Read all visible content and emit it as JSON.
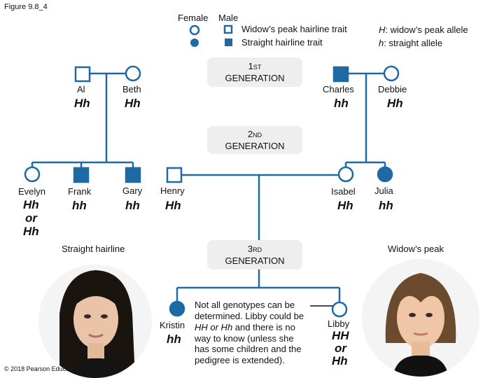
{
  "figure_label": "Figure 9.8_4",
  "copyright": "© 2018 Pearson Education, Inc.",
  "legend": {
    "female_label": "Female",
    "male_label": "Male",
    "widows_peak_trait": "Widow’s peak hairline trait",
    "straight_trait": "Straight hairline trait",
    "allele_H_symbol": "H",
    "allele_H_text": ":  widow’s peak allele",
    "allele_h_symbol": "h",
    "allele_h_text": ":  straight allele"
  },
  "generations": {
    "first": {
      "num": "1",
      "sup": "ST",
      "word": "GENERATION"
    },
    "second": {
      "num": "2",
      "sup": "ND",
      "word": "GENERATION"
    },
    "third": {
      "num": "3",
      "sup": "RD",
      "word": "GENERATION"
    }
  },
  "people": {
    "al": {
      "name": "Al",
      "genotype": "Hh"
    },
    "beth": {
      "name": "Beth",
      "genotype": "Hh"
    },
    "charles": {
      "name": "Charles",
      "genotype": "hh"
    },
    "debbie": {
      "name": "Debbie",
      "genotype": "Hh"
    },
    "evelyn": {
      "name": "Evelyn",
      "genotype_line1": "Hh",
      "genotype_line2": "or",
      "genotype_line3": "Hh"
    },
    "frank": {
      "name": "Frank",
      "genotype": "hh"
    },
    "gary": {
      "name": "Gary",
      "genotype": "hh"
    },
    "henry": {
      "name": "Henry",
      "genotype": "Hh"
    },
    "isabel": {
      "name": "Isabel",
      "genotype": "Hh"
    },
    "julia": {
      "name": "Julia",
      "genotype": "hh"
    },
    "kristin": {
      "name": "Kristin",
      "genotype": "hh"
    },
    "libby": {
      "name": "Libby",
      "genotype_line1": "HH",
      "genotype_line2": "or",
      "genotype_line3": "Hh"
    }
  },
  "photo_captions": {
    "left": "Straight hairline",
    "right": "Widow’s peak"
  },
  "note": {
    "line1": "Not all genotypes can be",
    "line2": "determined. Libby could be",
    "line3_italic": "HH or Hh",
    "line3_rest": " and there is no",
    "line4": "way to know (unless she",
    "line5": "has some children and the",
    "line6": "pedigree is extended)."
  },
  "colors": {
    "symbol": "#1f6aa5",
    "generation_box": "#eeeeee",
    "line": "#1f6aa5"
  }
}
